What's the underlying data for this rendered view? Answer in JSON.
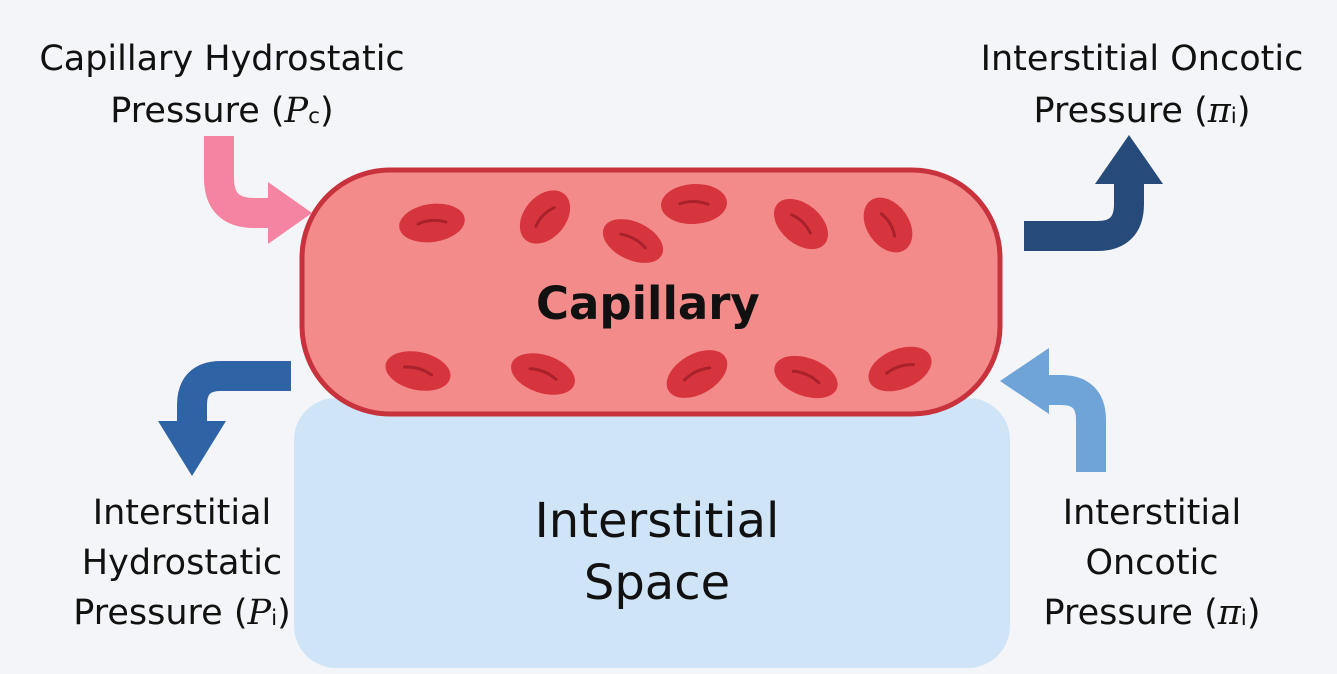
{
  "colors": {
    "background": "#f4f5f8",
    "capillary_fill": "#f28b8a",
    "capillary_stroke": "#c8323d",
    "red_blood_cell": "#d7353d",
    "interstitial_fill": "#cfe5f7",
    "arrow_capillary_hydrostatic": "#f484a2",
    "arrow_interstitial_oncotic_top": "#264a7a",
    "arrow_interstitial_hydrostatic": "#2e64a6",
    "arrow_interstitial_oncotic_bottom": "#6ea4d8"
  },
  "capillary": {
    "label": "Capillary"
  },
  "interstitial": {
    "line1": "Interstitial",
    "line2": "Space"
  },
  "labels": {
    "capillary_hydrostatic": {
      "line1": "Capillary Hydrostatic",
      "line2_text": "Pressure",
      "symbol": "P",
      "subscript": "c"
    },
    "interstitial_oncotic_top": {
      "line1": "Interstitial Oncotic",
      "line2_text": "Pressure",
      "symbol": "π",
      "subscript": "i"
    },
    "interstitial_hydrostatic": {
      "line1": "Interstitial",
      "line2": "Hydrostatic",
      "line3_text": "Pressure",
      "symbol": "P",
      "subscript": "i"
    },
    "interstitial_oncotic_bottom": {
      "line1": "Interstitial",
      "line2": "Oncotic",
      "line3_text": "Pressure",
      "symbol": "π",
      "subscript": "i"
    }
  },
  "arrow_icons": {
    "capillary_hydrostatic": "curved-arrow-right-icon",
    "interstitial_oncotic_top": "curved-arrow-up-icon",
    "interstitial_hydrostatic": "curved-arrow-down-icon",
    "interstitial_oncotic_bottom": "curved-arrow-up-icon"
  }
}
